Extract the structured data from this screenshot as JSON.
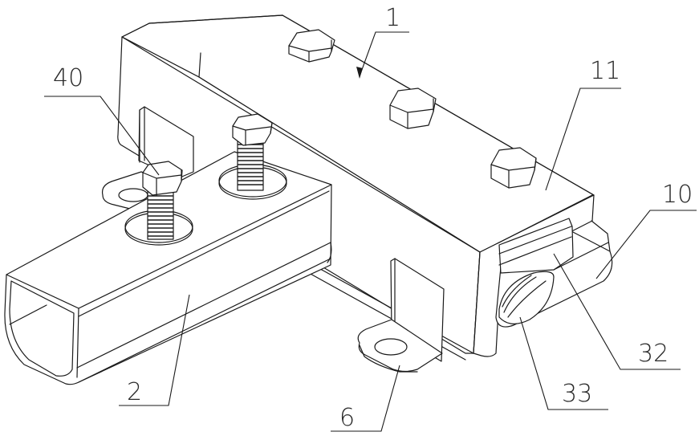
{
  "figure": {
    "type": "patent isometric line drawing",
    "subject": "pipe clamp assembly",
    "line_color": "#1a1a1a",
    "background": "#ffffff"
  },
  "labels": [
    {
      "id": "1",
      "text": "1",
      "part": "clamp body / upper block (arrow leader)"
    },
    {
      "id": "11",
      "text": "11",
      "part": "top face of block"
    },
    {
      "id": "10",
      "text": "10",
      "part": "lower saddle"
    },
    {
      "id": "40",
      "text": "40",
      "part": "hex bolt"
    },
    {
      "id": "2",
      "text": "2",
      "part": "U-channel rail"
    },
    {
      "id": "6",
      "text": "6",
      "part": "mounting bracket with hole"
    },
    {
      "id": "32",
      "text": "32",
      "part": "insert block"
    },
    {
      "id": "33",
      "text": "33",
      "part": "pipe bore"
    }
  ]
}
